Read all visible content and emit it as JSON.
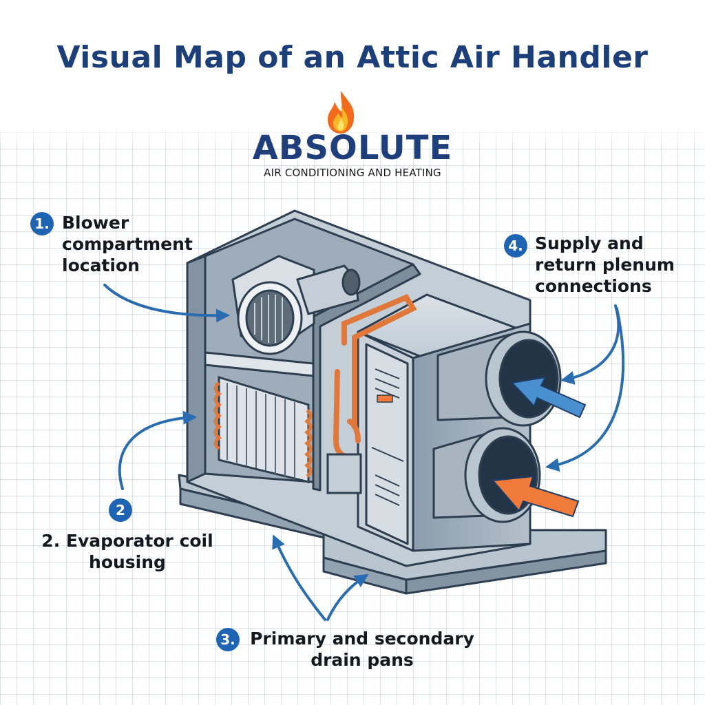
{
  "title": "Visual Map of an Attic Air Handler",
  "logo": {
    "wordmark": "ABSOLUTE",
    "tagline": "AIR CONDITIONING AND HEATING"
  },
  "callouts": [
    {
      "badge": "1.",
      "text": "Blower compartment location"
    },
    {
      "badge": "2",
      "text": "2. Evaporator coil housing"
    },
    {
      "badge": "3.",
      "text": "Primary and secondary drain pans"
    },
    {
      "badge": "4.",
      "text": "Supply and return plenum connections"
    }
  ],
  "colors": {
    "title": "#1c3f7a",
    "badge": "#1f63b3",
    "arrow": "#2a6cb0",
    "supply_arrow": "#4a90d0",
    "return_arrow": "#f07a3a",
    "cabinet": "#a9b6c2",
    "copper": "#e0783c"
  }
}
